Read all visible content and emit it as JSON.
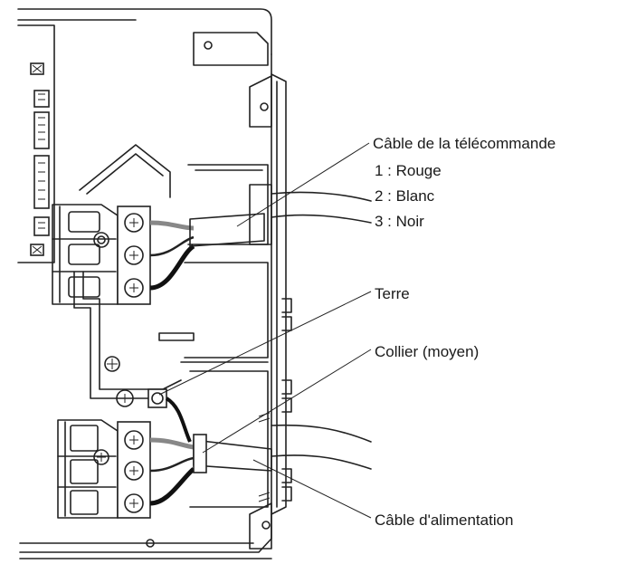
{
  "labels": {
    "remote_cable": "Câble de la télécommande",
    "wire1": "1 : Rouge",
    "wire2": "2 : Blanc",
    "wire3": "3 : Noir",
    "earth": "Terre",
    "clamp": "Collier (moyen)",
    "power_cable": "Câble d'alimentation"
  }
}
